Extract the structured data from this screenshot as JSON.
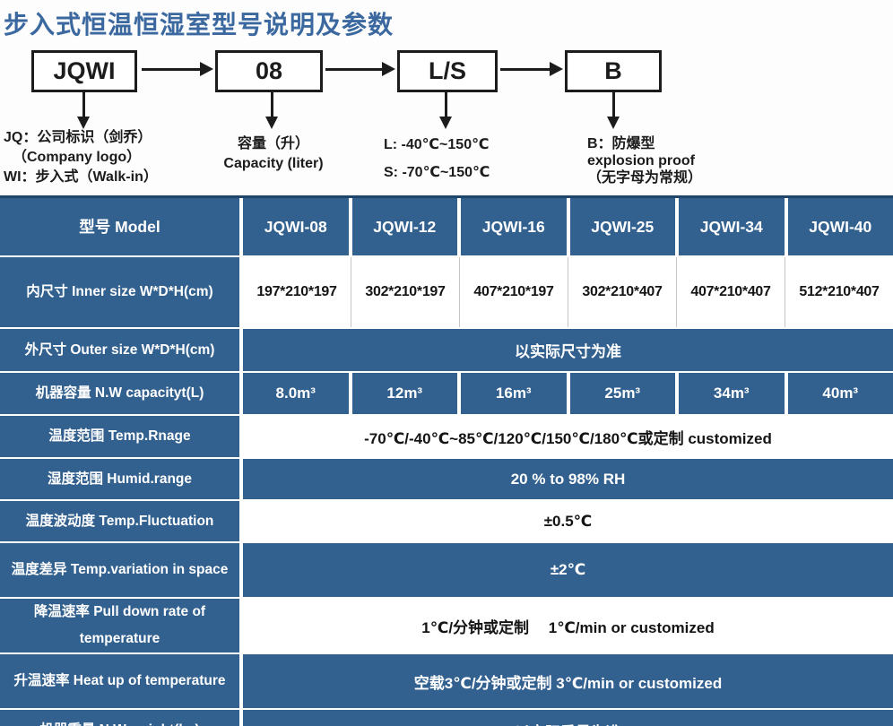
{
  "page": {
    "title": "步入式恒温恒湿室型号说明及参数"
  },
  "diagram": {
    "boxes": [
      {
        "label": "JQWI",
        "desc_lines": [
          "JQ：公司标识（剑乔）",
          "（Company logo）",
          "WI：步入式（Walk-in）"
        ]
      },
      {
        "label": "08",
        "desc_lines": [
          "容量（升）",
          "Capacity (liter)"
        ]
      },
      {
        "label": "L/S",
        "desc_lines": [
          "L: -40℃~150℃",
          "S: -70℃~150℃"
        ]
      },
      {
        "label": "B",
        "desc_lines": [
          "B：防爆型",
          "explosion proof",
          "（无字母为常规）"
        ]
      }
    ],
    "arrow_icon": "→"
  },
  "colors": {
    "title_blue": "#3a689f",
    "table_blue": "#33618f",
    "table_top_border": "#20456b"
  },
  "table": {
    "header": {
      "label": "型号 Model",
      "models": [
        "JQWI-08",
        "JQWI-12",
        "JQWI-16",
        "JQWI-25",
        "JQWI-34",
        "JQWI-40"
      ]
    },
    "rows": [
      {
        "label": "内尺寸 Inner size W*D*H(cm)",
        "values": [
          "197*210*197",
          "302*210*197",
          "407*210*197",
          "302*210*407",
          "407*210*407",
          "512*210*407"
        ]
      },
      {
        "label": "外尺寸 Outer size W*D*H(cm)",
        "value": "以实际尺寸为准"
      },
      {
        "label": "机器容量 N.W capacityt(L)",
        "values": [
          "8.0m³",
          "12m³",
          "16m³",
          "25m³",
          "34m³",
          "40m³"
        ]
      },
      {
        "label": "温度范围 Temp.Rnage",
        "value": "-70℃/-40℃~85℃/120℃/150℃/180℃或定制 customized"
      },
      {
        "label": "湿度范围 Humid.range",
        "value": "20 % to 98% RH"
      },
      {
        "label": "温度波动度 Temp.Fluctuation",
        "value": "±0.5℃"
      },
      {
        "label": "温度差异 Temp.variation in space",
        "value": "±2℃"
      },
      {
        "label": "降温速率 Pull down rate of temperature",
        "value": "1℃/分钟或定制　 1℃/min or customized"
      },
      {
        "label": "升温速率 Heat up of temperature",
        "value": "空载3℃/分钟或定制 3℃/min or customized"
      },
      {
        "label": "机器重量 N.W weight(kg)",
        "value": "以实际重量为准"
      }
    ]
  }
}
